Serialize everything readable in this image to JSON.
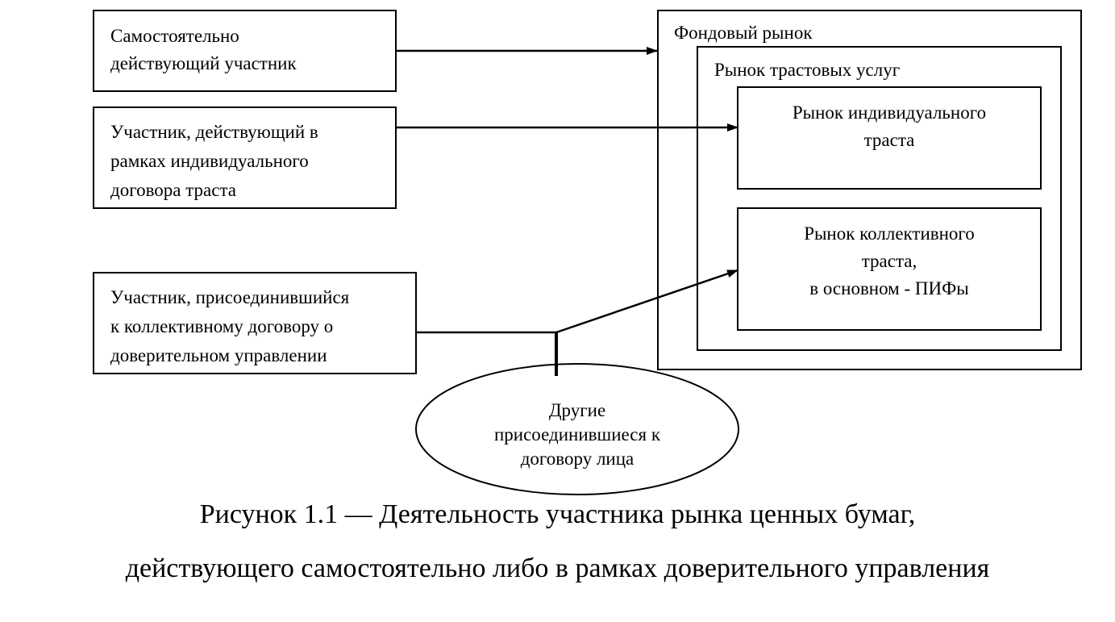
{
  "participants": {
    "independent": [
      "Самостоятельно",
      "действующий участник"
    ],
    "individual_trust": [
      "Участник, действующий в",
      "рамках индивидуального",
      "договора траста"
    ],
    "collective_trust": [
      "Участник, присоединившийся",
      "к коллективному договору о",
      "доверительном управлении"
    ]
  },
  "stock_market": {
    "title": "Фондовый рынок",
    "trust_services": {
      "title": "Рынок трастовых услуг",
      "individual_market": [
        "Рынок индивидуального",
        "траста"
      ],
      "collective_market": [
        "Рынок коллективного",
        "траста,",
        "в основном - ПИФы"
      ]
    }
  },
  "others": [
    "Другие",
    "присоединившиеся к",
    "договору лица"
  ],
  "caption": [
    "Рисунок 1.1 — Деятельность участника рынка ценных бумаг,",
    "действующего самостоятельно либо в рамках доверительного управления"
  ]
}
